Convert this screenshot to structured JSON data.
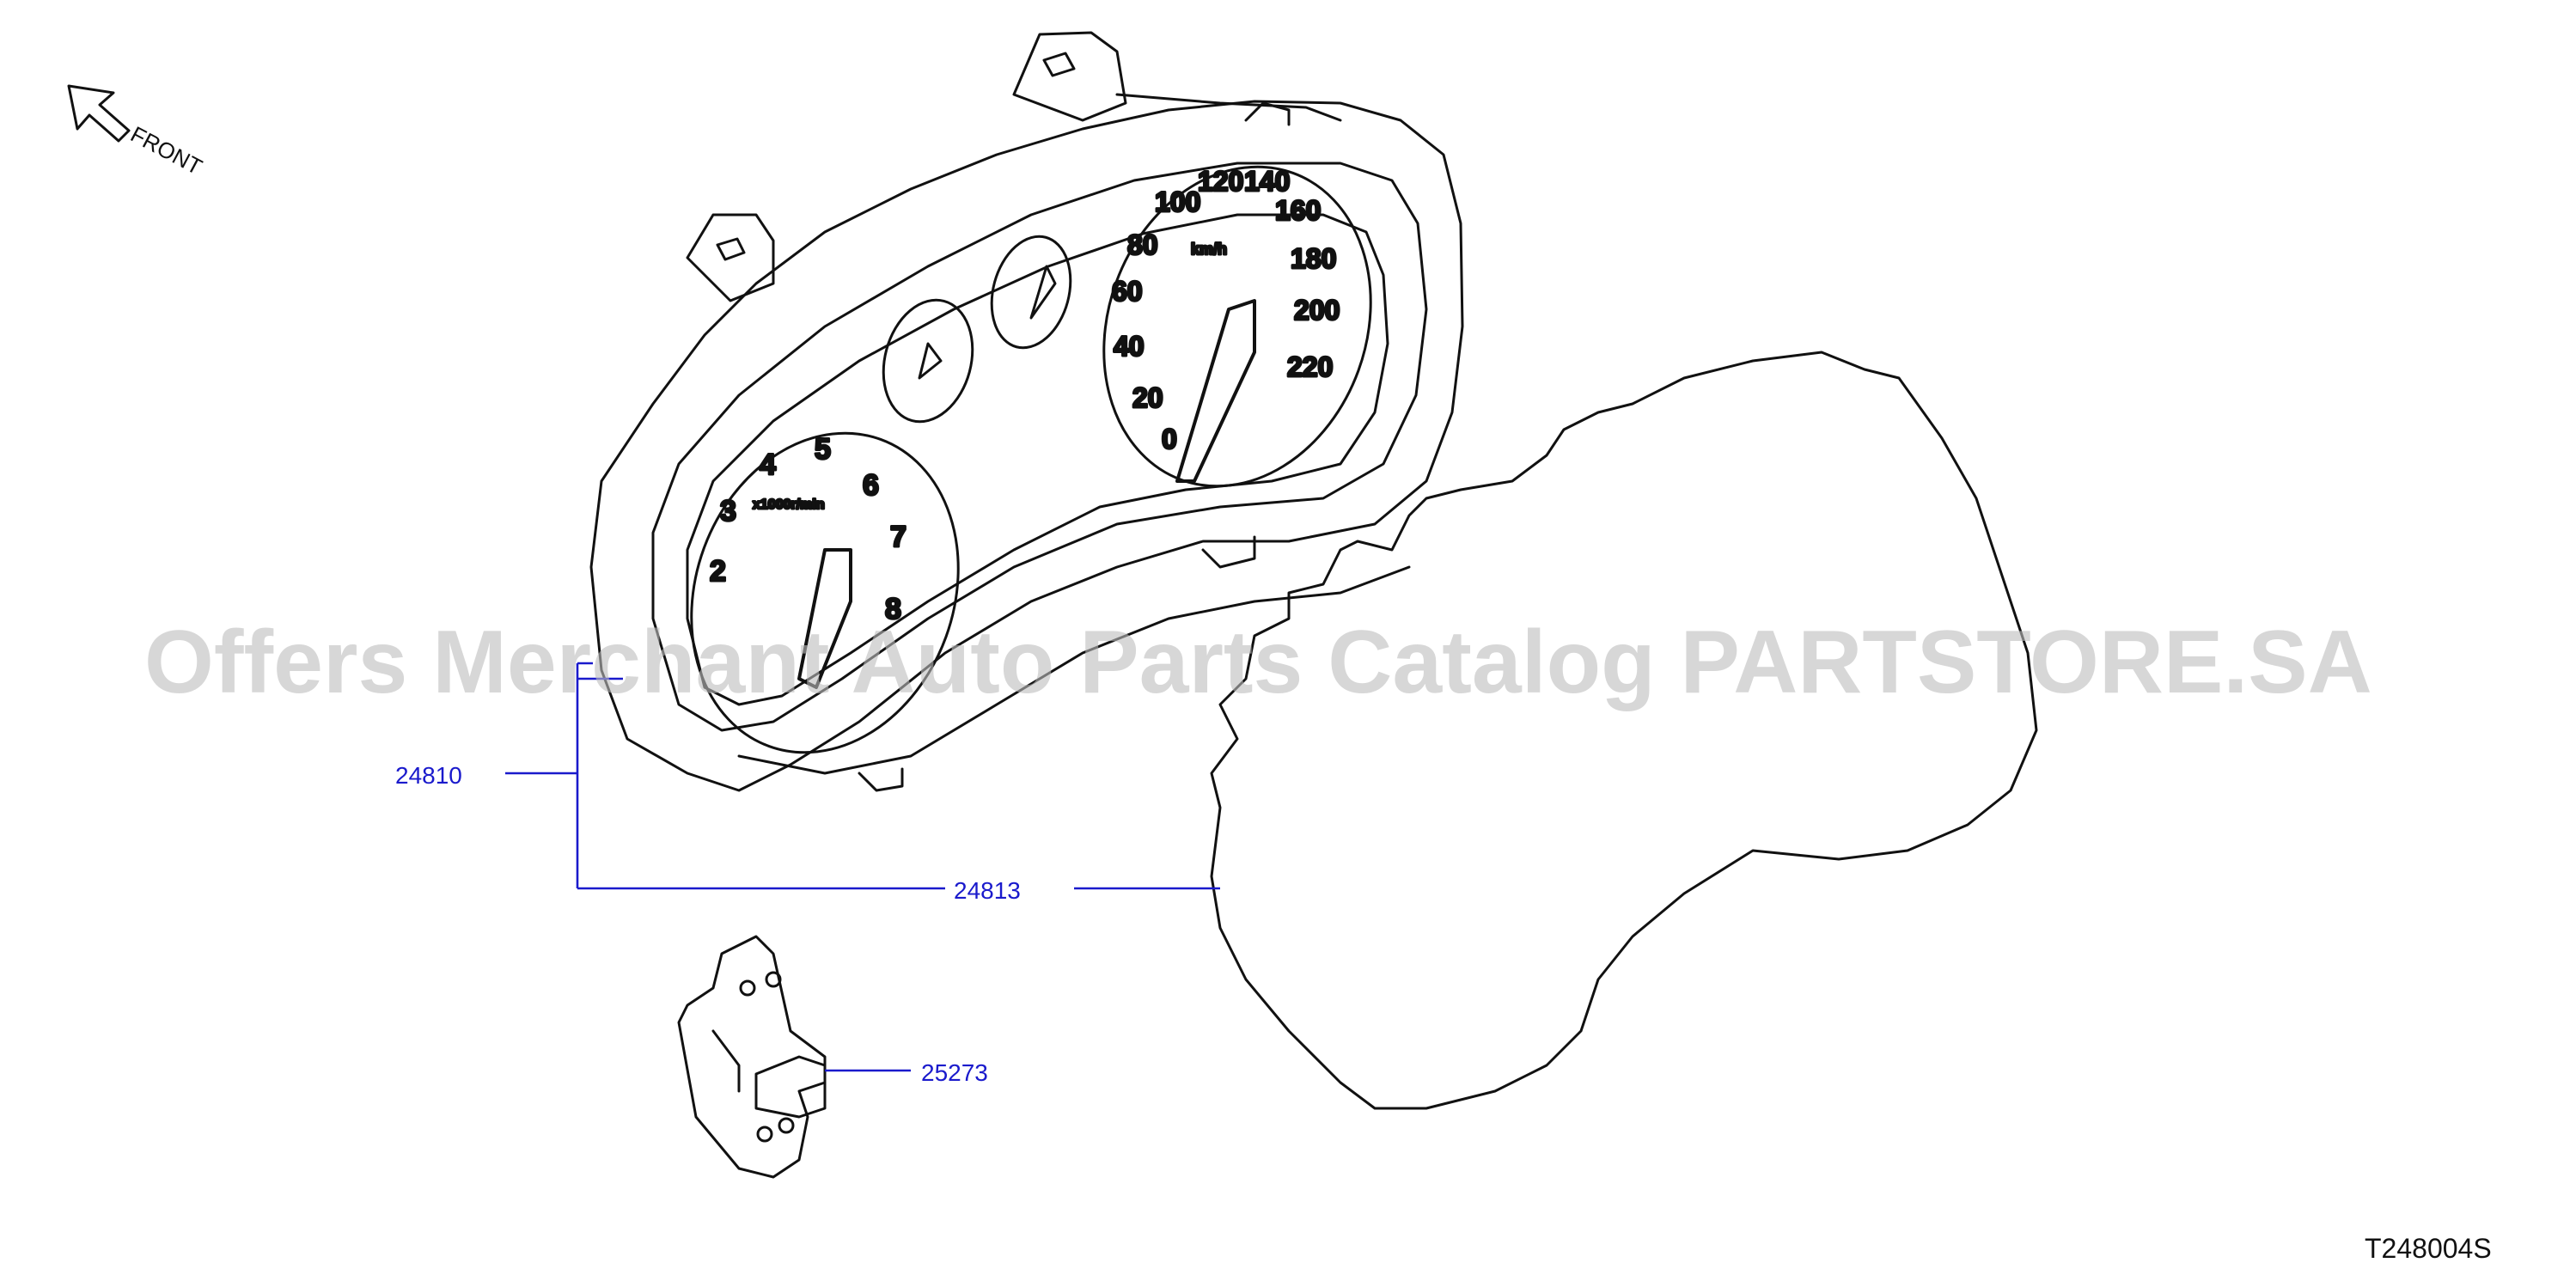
{
  "orientation": {
    "label": "FRONT",
    "icon": "arrow-up-left-icon"
  },
  "parts": [
    {
      "number": "24810"
    },
    {
      "number": "24813"
    },
    {
      "number": "25273"
    }
  ],
  "diagram_code": "T248004S",
  "watermark": "Offers Merchant Auto Parts Catalog PARTSTORE.SA",
  "dials": {
    "speedometer": {
      "unit": "km/h",
      "labels": [
        "0",
        "20",
        "40",
        "60",
        "80",
        "100",
        "120",
        "140",
        "160",
        "180",
        "200",
        "220"
      ]
    },
    "tachometer": {
      "unit": "x1000r/min",
      "labels": [
        "2",
        "3",
        "4",
        "5",
        "6",
        "7",
        "8"
      ]
    }
  },
  "colors": {
    "callout": "#1a1acc",
    "ink": "#111111",
    "watermark": "#bdbdbd"
  }
}
